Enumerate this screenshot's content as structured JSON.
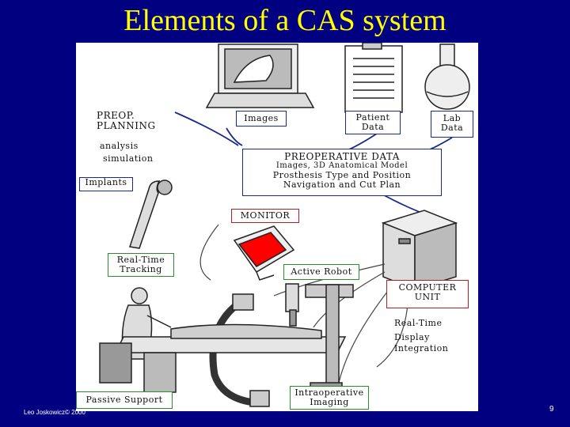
{
  "title": "Elements of a CAS system",
  "labels": {
    "preop_planning": "PREOP. PLANNING",
    "analysis": "analysis",
    "simulation": "simulation",
    "implants": "Implants",
    "images": "Images",
    "patient_data": "Patient Data",
    "lab_data": "Lab Data",
    "preoperative_data": "PREOPERATIVE DATA",
    "preop_line1": "Images, 3D Anatomical Model",
    "preop_line2": "Prosthesis Type and Position",
    "preop_line3": "Navigation and Cut Plan",
    "monitor": "MONITOR",
    "realtime_tracking": "Real-Time Tracking",
    "active_robot": "Active Robot",
    "computer_unit": "COMPUTER UNIT",
    "realtime": "Real-Time",
    "display": "Display",
    "integration": "Integration",
    "passive_support": "Passive Support",
    "intraop_imaging": "Intraoperative Imaging"
  },
  "footer": {
    "author": "Leo Joskowicz© 2000",
    "page": "9"
  },
  "colors": {
    "background": "#000080",
    "title": "#ffff00",
    "panel": "#ffffff",
    "monitor_screen": "#ff0000"
  }
}
